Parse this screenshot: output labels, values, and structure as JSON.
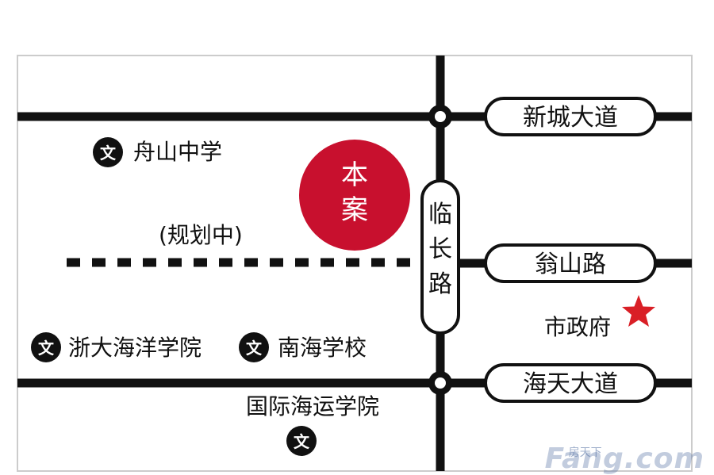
{
  "map": {
    "roads": {
      "xinchengdadao": "新城大道",
      "wengshanlu": "翁山路",
      "haitiandadao": "海天大道",
      "linchanglu": "临长路"
    },
    "planned_road": "(规划中)",
    "project": "本案",
    "poi_marker_char": "文",
    "pois": {
      "zhoushan_middle_school": "舟山中学",
      "zhejiang_ocean_university": "浙大海洋学院",
      "nanhai_school": "南海学校",
      "international_shipping_college": "国际海运学院"
    },
    "landmark": "市政府",
    "colors": {
      "road": "#111111",
      "project_circle": "#c8102e",
      "project_text": "#ffffff",
      "landmark_star": "#d91f26",
      "poi_marker": "#111111",
      "frame": "#cccccc"
    },
    "icons": {
      "poi": "school-icon",
      "landmark": "star-icon",
      "junction": "junction-icon"
    }
  },
  "watermark": {
    "brand": "Fang.com",
    "brand_cn": "房天下"
  }
}
